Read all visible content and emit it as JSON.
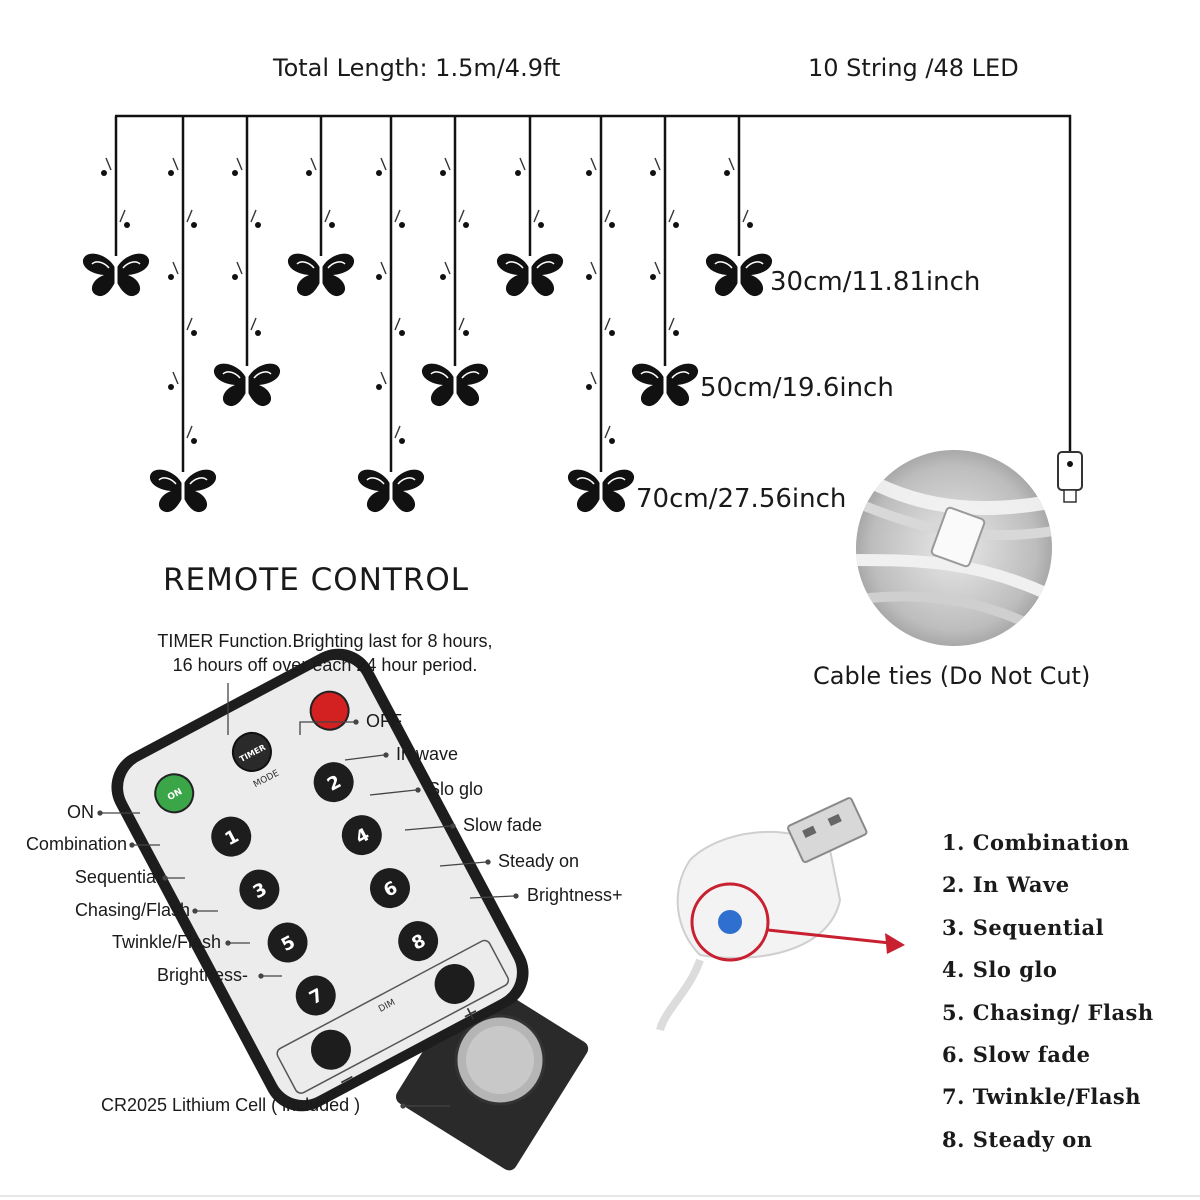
{
  "specs": {
    "total_length": "Total Length: 1.5m/4.9ft",
    "strings": "10 String /48 LED"
  },
  "measurements": {
    "short": "30cm/11.81inch",
    "medium": "50cm/19.6inch",
    "long": "70cm/27.56inch"
  },
  "cable_ties_caption": "Cable ties (Do Not Cut)",
  "remote": {
    "heading": "REMOTE CONTROL",
    "timer_note_line1": "TIMER Function.Brighting last for 8 hours,",
    "timer_note_line2": "16 hours off over each 24 hour period.",
    "right_labels": [
      "OFF",
      "In wave",
      "Slo glo",
      "Slow fade",
      "Steady on",
      "Brightness+"
    ],
    "left_labels": [
      "ON",
      "Combination",
      "Sequential",
      "Chasing/Flash",
      "Twinkle/Flash",
      "Brightness-"
    ],
    "battery_label": "CR2025 Lithium Cell ( included )",
    "buttons": {
      "on": "ON",
      "timer": "TIMER",
      "mode": "MODE",
      "dim": "DIM",
      "plus": "+",
      "minus": "−",
      "numbers": [
        "1",
        "2",
        "3",
        "4",
        "5",
        "6",
        "7",
        "8"
      ]
    }
  },
  "modes": [
    "1. Combination",
    "2. In Wave",
    "3. Sequential",
    "4. Slo glo",
    "5. Chasing/ Flash",
    "6. Slow fade",
    "7. Twinkle/Flash",
    "8. Steady on"
  ],
  "colors": {
    "off_button": "#d32020",
    "on_button": "#3aa648",
    "usb_button": "#2f6fd0",
    "arrow": "#c82030"
  }
}
